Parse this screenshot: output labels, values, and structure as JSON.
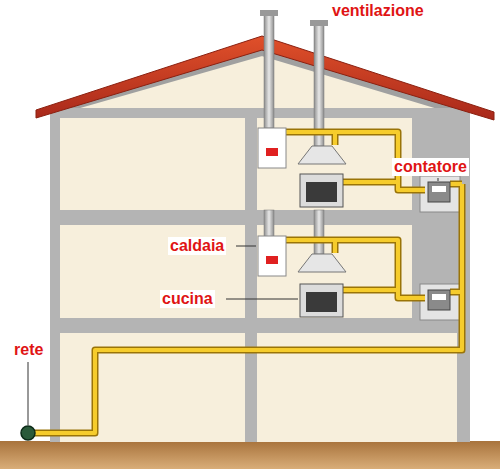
{
  "diagram": {
    "labels": [
      "ventilazione",
      "contatore",
      "caldaia",
      "cucina",
      "rete"
    ]
  }
}
